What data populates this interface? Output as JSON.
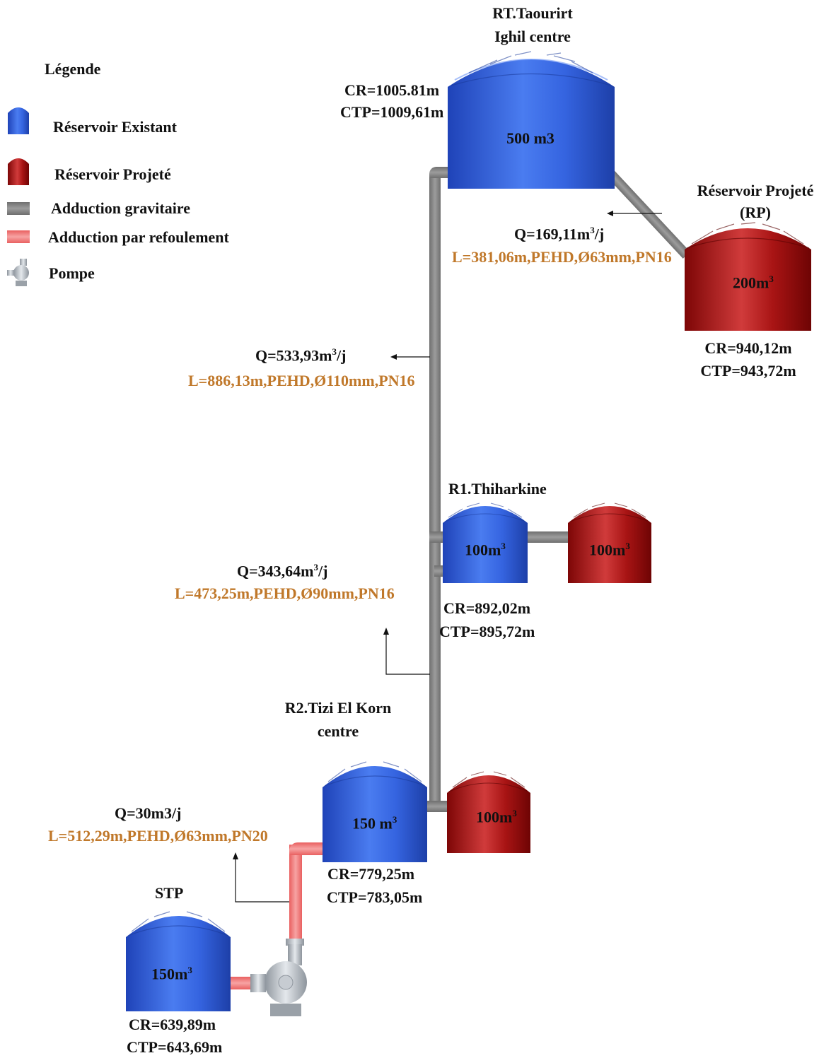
{
  "legend": {
    "title": "Légende",
    "items": [
      {
        "label": "Réservoir Existant",
        "icon": "blue-tank-icon"
      },
      {
        "label": "Réservoir Projeté",
        "icon": "red-tank-icon"
      },
      {
        "label": "Adduction gravitaire",
        "icon": "gray-pipe-icon"
      },
      {
        "label": "Adduction par refoulement",
        "icon": "red-pipe-icon"
      },
      {
        "label": "Pompe",
        "icon": "pump-icon"
      }
    ]
  },
  "colors": {
    "existing": "#2f5fd9",
    "projected": "#a50e0e",
    "gravity": "#808080",
    "pumping": "#f07070",
    "flow_text": "#c0782a"
  },
  "tanks": {
    "rt": {
      "name1": "RT.Taourirt",
      "name2": "Ighil centre",
      "capacity": "500 m3",
      "cr": "CR=1005.81m",
      "ctp": "CTP=1009,61m"
    },
    "rp": {
      "name1": "Réservoir Projeté",
      "name2": "(RP)",
      "capacity": "200m",
      "cr": "CR=940,12m",
      "ctp": "CTP=943,72m"
    },
    "r1": {
      "name": "R1.Thiharkine",
      "capacity": "100m",
      "projected_capacity": "100m",
      "cr": "CR=892,02m",
      "ctp": "CTP=895,72m"
    },
    "r2": {
      "name1": "R2.Tizi El Korn",
      "name2": "centre",
      "capacity": "150 m",
      "projected_capacity": "100m",
      "cr": "CR=779,25m",
      "ctp": "CTP=783,05m"
    },
    "stp": {
      "name": "STP",
      "capacity": "150m",
      "cr": "CR=639,89m",
      "ctp": "CTP=643,69m"
    }
  },
  "superscript": "3",
  "segments": {
    "rt_rp": {
      "q": "Q=169,11m",
      "q_suffix": "/j",
      "spec": "L=381,06m,PEHD,Ø63mm,PN16"
    },
    "rt_r1": {
      "q": "Q=533,93m",
      "q_suffix": "/j",
      "spec": "L=886,13m,PEHD,Ø110mm,PN16"
    },
    "r1_r2": {
      "q": "Q=343,64m",
      "q_suffix": "/j",
      "spec": "L=473,25m,PEHD,Ø90mm,PN16"
    },
    "stp_r2": {
      "q": "Q=30m3/j",
      "spec": "L=512,29m,PEHD,Ø63mm,PN20"
    }
  }
}
